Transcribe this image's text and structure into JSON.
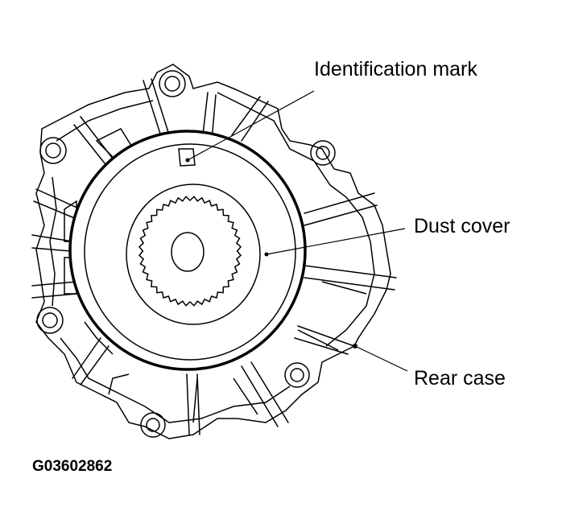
{
  "labels": {
    "identification_mark": "Identification mark",
    "dust_cover": "Dust cover",
    "rear_case": "Rear case"
  },
  "figure_code": "G03602862"
}
